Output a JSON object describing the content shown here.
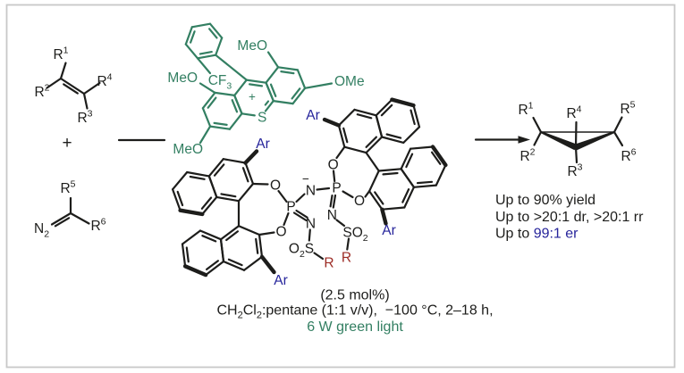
{
  "colors": {
    "structure_green": "#337f62",
    "label_blue": "#26249b",
    "label_dark_red": "#9c2b24",
    "ink": "#1d1d1b",
    "frame": "#c8c8c8",
    "background": "#ffffff"
  },
  "labels": {
    "r_base": "R",
    "sup": [
      "1",
      "2",
      "3",
      "4",
      "5",
      "6"
    ],
    "plus_reactant": "+",
    "n_base": "N",
    "sub_two": "2",
    "sub_three": "3",
    "meo": "MeO",
    "ome": "OMe",
    "cf_base": "CF",
    "sulfur": "S",
    "plus_charge": "+",
    "minus_charge": "−",
    "oxygen": "O",
    "phosphorus": "P",
    "nitrogen": "N",
    "aryl": "Ar",
    "r_group": "R"
  },
  "results": {
    "line1": "Up to 90% yield",
    "line2": "Up to >20:1 dr, >20:1 rr",
    "line3_prefix": "Up to ",
    "line3_er": "99:1 er"
  },
  "conditions": {
    "loading": "(2.5 mol%)",
    "solvent_ch": "CH",
    "solvent_cl": "Cl",
    "solvent_rest": ":pentane (1:1 v/v),  −100 °C, 2–18 h,",
    "light": "6 W green light"
  }
}
